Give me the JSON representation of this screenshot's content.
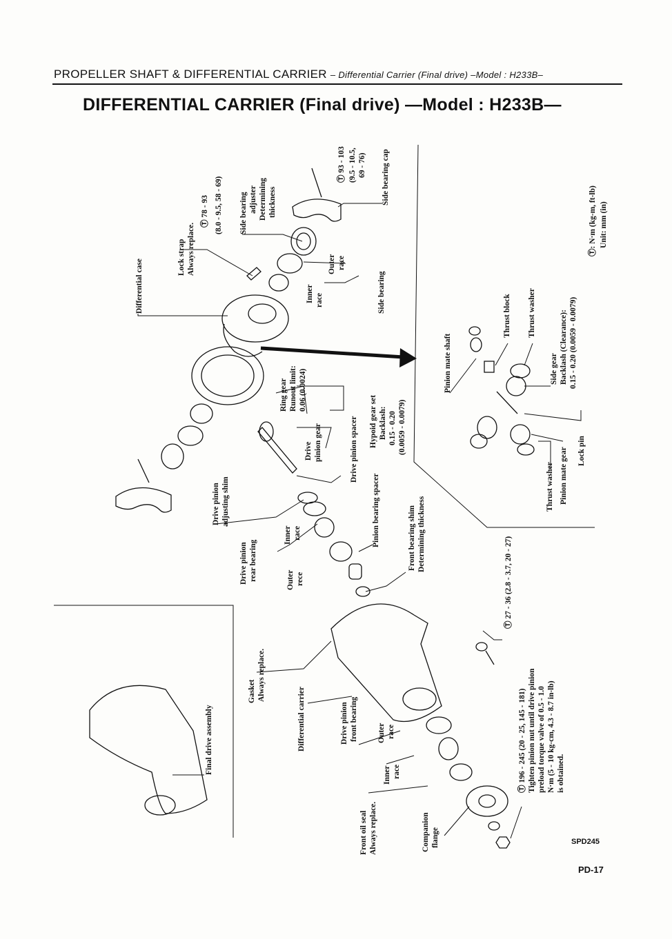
{
  "header": {
    "main": "PROPELLER SHAFT & DIFFERENTIAL CARRIER",
    "sub": "– Differential Carrier (Final drive) –Model : H233B–"
  },
  "title": "DIFFERENTIAL CARRIER (Final drive) —Model : H233B—",
  "labels": {
    "differential_case": "Differential case",
    "lock_strap_1": "Lock strap",
    "lock_strap_2": "Always replace.",
    "torque_lock_1": "Ⓣ 78 - 93",
    "torque_lock_2": "(8.0 - 9.5, 58 - 69)",
    "side_adj_1": "Side bearing",
    "side_adj_2": "adjuster",
    "side_adj_3": "Determining",
    "side_adj_4": "thickness",
    "torque_cap_1": "Ⓣ 93 - 103",
    "torque_cap_2": "(9.5 - 10.5,",
    "torque_cap_3": "69 - 76)",
    "side_bearing_cap": "Side bearing cap",
    "outer_race_sb_1": "Outer",
    "outer_race_sb_2": "race",
    "inner_race_sb_1": "Inner",
    "inner_race_sb_2": "race",
    "side_bearing": "Side bearing",
    "ring_gear_1": "Ring gear",
    "ring_gear_2": "Runout limit:",
    "ring_gear_3": "0.06 (0.0024)",
    "hypoid_1": "Hypoid gear set",
    "hypoid_2": "Backlash:",
    "hypoid_3": "0.15 - 0.20",
    "hypoid_4": "(0.0059 - 0.0079)",
    "drive_pinion_gear_1": "Drive",
    "drive_pinion_gear_2": "pinion gear",
    "drive_pinion_spacer": "Drive pinion spacer",
    "drive_pinion_adj_1": "Drive pinion",
    "drive_pinion_adj_2": "adjusting shim",
    "pinion_bearing_spacer": "Pinion bearing spacer",
    "inner_race_rb_1": "Inner",
    "inner_race_rb_2": "race",
    "rear_bearing_1": "Drive pinion",
    "rear_bearing_2": "rear bearing",
    "outer_rece_1": "Outer",
    "outer_rece_2": "rece",
    "front_shim_1": "Front bearing shim",
    "front_shim_2": "Determining thickness",
    "pinion_mate_shaft": "Pinion mate shaft",
    "thrust_block": "Thrust block",
    "thrust_washer_top": "Thrust washer",
    "side_gear_1": "Side gear",
    "side_gear_2": "Backlash (Clearance):",
    "side_gear_3": "0.15 - 0.20 (0.0059 - 0.0079)",
    "unit_1": "Ⓣ: N·m (kg-m, ft-lb)",
    "unit_2": "Unit:  mm (in)",
    "lock_pin": "Lock pin",
    "thrust_washer_bot": "Thrust washer",
    "pinion_mate_gear": "Pinion mate gear",
    "torque_27": "Ⓣ 27 - 36 (2.8 - 3.7, 20 - 27)",
    "gasket_1": "Gasket",
    "gasket_2": "Always replace.",
    "diff_carrier": "Differential carrier",
    "front_bearing_1": "Drive pinion",
    "front_bearing_2": "front bearing",
    "outer_race_fb_1": "Outer",
    "outer_race_fb_2": "race",
    "inner_race_fb_1": "Inner",
    "inner_race_fb_2": "race",
    "final_drive": "Final drive assembly",
    "torque_196_1": "Ⓣ 196 - 245 (20 - 25, 145 - 181)",
    "torque_196_2": "Tighten pinion nut until drive pinion",
    "torque_196_3": "preload torque valve of 0.5 - 1.0",
    "torque_196_4": "N·m (5 - 10 kg-cm, 4.3 - 8.7 in-lb)",
    "torque_196_5": "is obtained.",
    "front_seal_1": "Front oil seal",
    "front_seal_2": "Always replace.",
    "companion_1": "Companion",
    "companion_2": "flange",
    "code": "SPD245",
    "page": "PD-17"
  }
}
